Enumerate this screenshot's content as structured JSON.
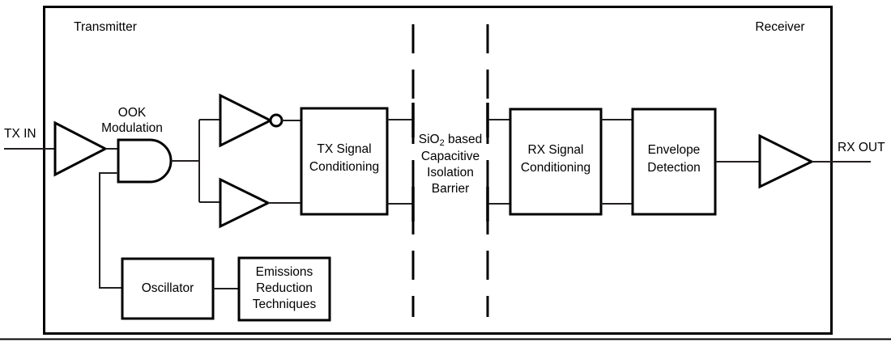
{
  "diagram": {
    "title_hidden": "",
    "sections": {
      "transmitter_label": "Transmitter",
      "receiver_label": "Receiver"
    },
    "ports": {
      "input_label": "TX IN",
      "output_label": "RX OUT"
    },
    "labels": {
      "ook_line1": "OOK",
      "ook_line2": "Modulation",
      "tx_cond_line1": "TX Signal",
      "tx_cond_line2": "Conditioning",
      "rx_cond_line1": "RX Signal",
      "rx_cond_line2": "Conditioning",
      "envelope_line1": "Envelope",
      "envelope_line2": "Detection",
      "oscillator": "Oscillator",
      "emissions_line1": "Emissions",
      "emissions_line2": "Reduction",
      "emissions_line3": "Techniques",
      "barrier_line1_a": "SiO",
      "barrier_line1_sub": "2",
      "barrier_line1_b": " based",
      "barrier_line2": "Capacitive",
      "barrier_line3": "Isolation",
      "barrier_line4": "Barrier"
    },
    "blocks": [
      {
        "name": "tx-signal-conditioning",
        "text": "TX Signal Conditioning"
      },
      {
        "name": "rx-signal-conditioning",
        "text": "RX Signal Conditioning"
      },
      {
        "name": "envelope-detection",
        "text": "Envelope Detection"
      },
      {
        "name": "oscillator",
        "text": "Oscillator"
      },
      {
        "name": "emissions-reduction-techniques",
        "text": "Emissions Reduction Techniques"
      }
    ],
    "gates": [
      {
        "name": "input-buffer",
        "type": "buffer-triangle"
      },
      {
        "name": "and-gate",
        "type": "and-gate"
      },
      {
        "name": "inverting-driver",
        "type": "inverter-triangle-with-bubble"
      },
      {
        "name": "non-inverting-driver",
        "type": "buffer-triangle"
      },
      {
        "name": "output-buffer",
        "type": "buffer-triangle"
      }
    ],
    "colors": {
      "stroke": "#000000",
      "wire": "#231f20",
      "background": "#ffffff"
    }
  }
}
